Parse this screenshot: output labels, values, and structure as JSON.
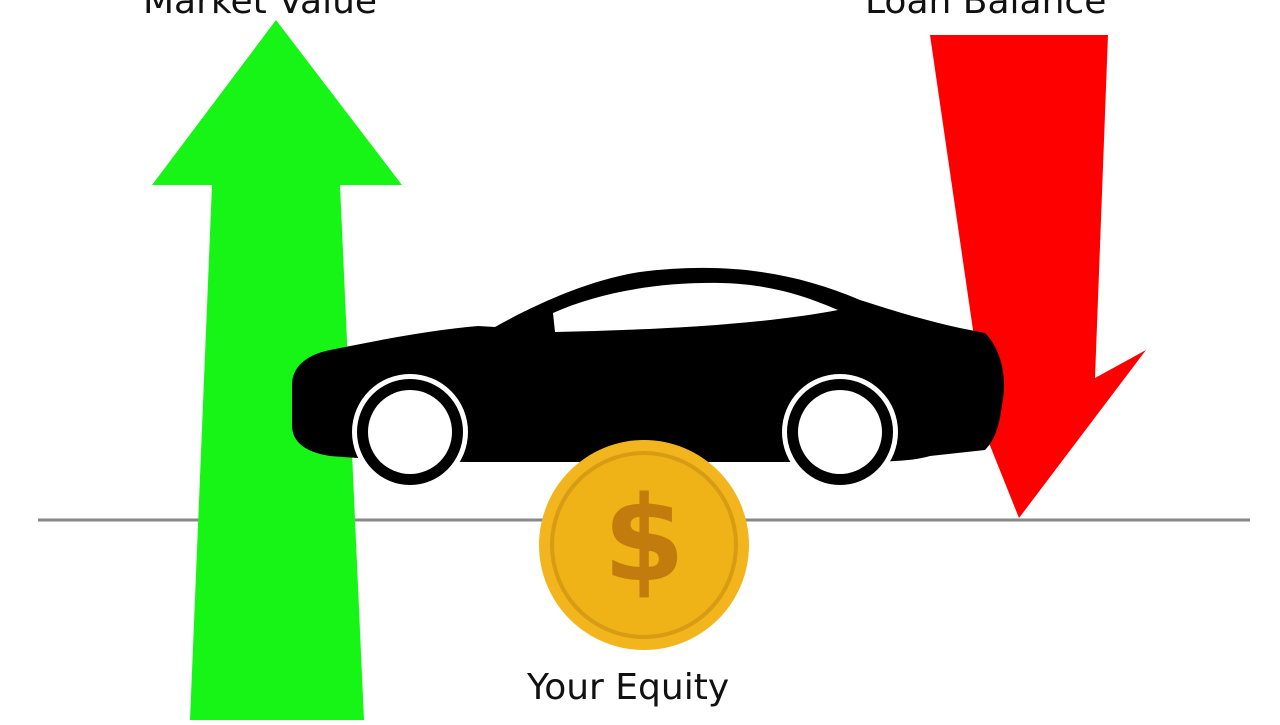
{
  "labels": {
    "market_value": "Market Value",
    "loan_balance": "Loan Balance",
    "your_equity": "Your Equity"
  },
  "coin": {
    "symbol": "$"
  },
  "colors": {
    "up_arrow": "#17f517",
    "down_arrow": "#ff0000",
    "car": "#000000",
    "baseline": "#888888",
    "coin_outer": "#f2b51d",
    "coin_inner": "#efb317",
    "coin_symbol": "#c27c0e"
  },
  "icons": {
    "up_arrow": "up-arrow-icon",
    "down_arrow": "down-arrow-icon",
    "car": "car-icon",
    "coin": "dollar-coin-icon"
  }
}
